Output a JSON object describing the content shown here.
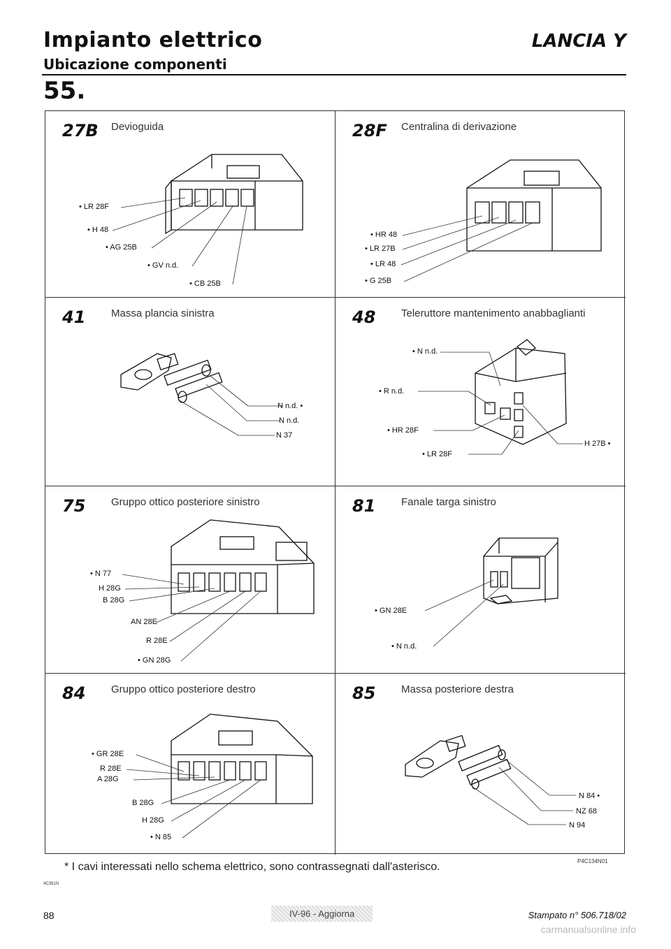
{
  "header": {
    "title": "Impianto elettrico",
    "subtitle": "Ubicazione componenti",
    "brand": "LANCIA Y",
    "section": "55."
  },
  "components": [
    {
      "code": "27B",
      "name": "Devioguida",
      "pins": [
        "• LR 28F",
        "• H 48",
        "• AG 25B",
        "• GV n.d.",
        "• CB 25B"
      ]
    },
    {
      "code": "28F",
      "name": "Centralina di derivazione",
      "pins": [
        "• HR 48",
        "• LR 27B",
        "• LR 48",
        "• G 25B"
      ]
    },
    {
      "code": "41",
      "name": "Massa plancia sinistra",
      "pins": [
        "N n.d. •",
        "N n.d.",
        "N 37"
      ]
    },
    {
      "code": "48",
      "name": "Teleruttore mantenimento anabbaglianti",
      "pins": [
        "• N n.d.",
        "• R n.d.",
        "• HR 28F",
        "• LR 28F",
        "H 27B •"
      ]
    },
    {
      "code": "75",
      "name": "Gruppo ottico posteriore sinistro",
      "pins": [
        "• N 77",
        "H 28G",
        "B 28G",
        "AN 28E",
        "R 28E",
        "• GN 28G"
      ]
    },
    {
      "code": "81",
      "name": "Fanale targa sinistro",
      "pins": [
        "• GN 28E",
        "• N n.d."
      ]
    },
    {
      "code": "84",
      "name": "Gruppo ottico posteriore destro",
      "pins": [
        "• GR 28E",
        "R 28E",
        "A 28G",
        "B 28G",
        "H 28G",
        "• N 85"
      ]
    },
    {
      "code": "85",
      "name": "Massa posteriore destra",
      "pins": [
        "N 84 •",
        "NZ 68",
        "N 94"
      ]
    }
  ],
  "footer": {
    "footnote": "* I cavi interessati nello schema elettrico, sono contrassegnati dall'asterisco.",
    "ref_code": "P4C134N01",
    "small_code": "4C391N",
    "page_number": "88",
    "update_label": "IV-96 - Aggiorna",
    "printed": "Stampato n° 506.718/02",
    "watermark": "carmanualsonline.info"
  }
}
